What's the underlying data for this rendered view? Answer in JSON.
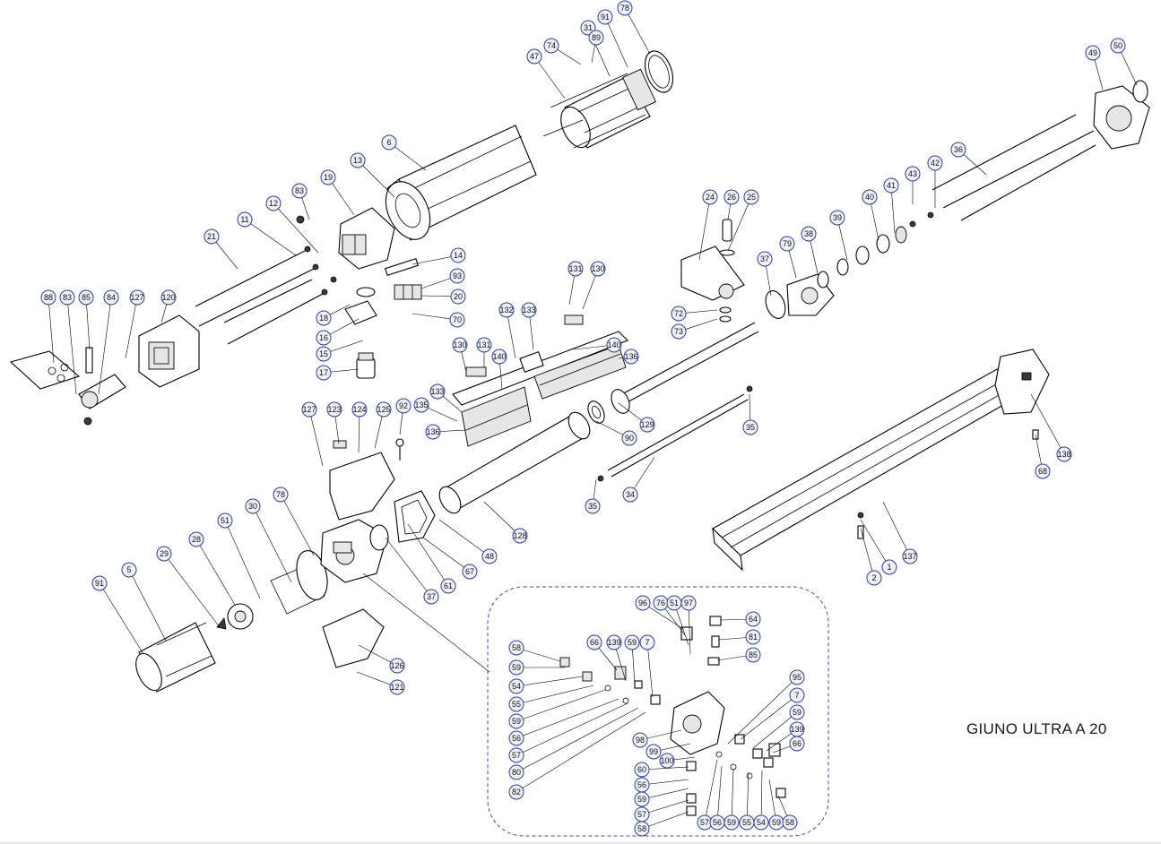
{
  "drawing": {
    "title": "GIUNO ULTRA A 20",
    "callouts": [
      "1",
      "2",
      "5",
      "6",
      "7",
      "11",
      "12",
      "13",
      "14",
      "15",
      "16",
      "17",
      "18",
      "19",
      "20",
      "21",
      "24",
      "25",
      "26",
      "28",
      "29",
      "30",
      "31",
      "34",
      "35",
      "36",
      "37",
      "38",
      "39",
      "40",
      "41",
      "42",
      "43",
      "47",
      "48",
      "49",
      "50",
      "51",
      "54",
      "55",
      "56",
      "57",
      "58",
      "59",
      "60",
      "61",
      "64",
      "66",
      "67",
      "68",
      "70",
      "72",
      "73",
      "74",
      "76",
      "78",
      "79",
      "80",
      "81",
      "82",
      "83",
      "84",
      "85",
      "88",
      "89",
      "90",
      "91",
      "92",
      "93",
      "95",
      "96",
      "97",
      "98",
      "99",
      "100",
      "120",
      "121",
      "123",
      "124",
      "125",
      "126",
      "127",
      "128",
      "129",
      "130",
      "131",
      "132",
      "133",
      "135",
      "136",
      "137",
      "138",
      "139",
      "140"
    ]
  }
}
